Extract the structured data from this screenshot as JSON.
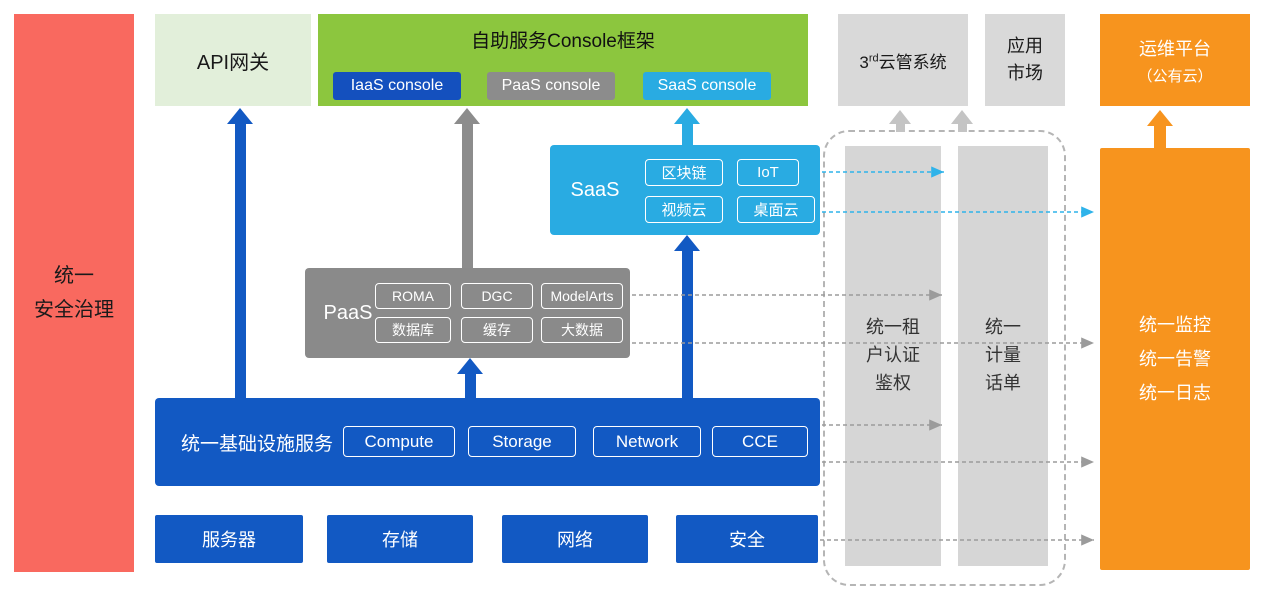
{
  "palette": {
    "red": "#F9695F",
    "light_green": "#E2EFDA",
    "green": "#8CC63E",
    "blue": "#1259C3",
    "gray": "#8C8C8C",
    "light_gray": "#D9D9D9",
    "cyan": "#29ABE2",
    "orange": "#F7941E"
  },
  "security_bar": {
    "label": "统一\n安全治理"
  },
  "api_gateway": {
    "label": "API网关"
  },
  "console": {
    "title": "自助服务Console框架",
    "iaas": "IaaS console",
    "paas": "PaaS console",
    "saas": "SaaS console"
  },
  "third_cloud": {
    "num": "3",
    "sup": "rd",
    "rest": "云管系统"
  },
  "app_market": {
    "label": "应用\n市场"
  },
  "om_platform": {
    "line1": "运维平台",
    "line2": "（公有云）"
  },
  "saas": {
    "label": "SaaS",
    "items": [
      "区块链",
      "IoT",
      "视频云",
      "桌面云"
    ]
  },
  "paas": {
    "label": "PaaS",
    "items": [
      "ROMA",
      "DGC",
      "ModelArts",
      "数据库",
      "缓存",
      "大数据"
    ]
  },
  "infra": {
    "label": "统一基础设施服务",
    "items": [
      "Compute",
      "Storage",
      "Network",
      "CCE"
    ]
  },
  "hardware": {
    "items": [
      "服务器",
      "存储",
      "网络",
      "安全"
    ]
  },
  "pipes": {
    "auth": "统一租\n户认证\n鉴权",
    "billing": "统一\n计量\n话单",
    "om": "统一监控\n统一告警\n统一日志"
  }
}
